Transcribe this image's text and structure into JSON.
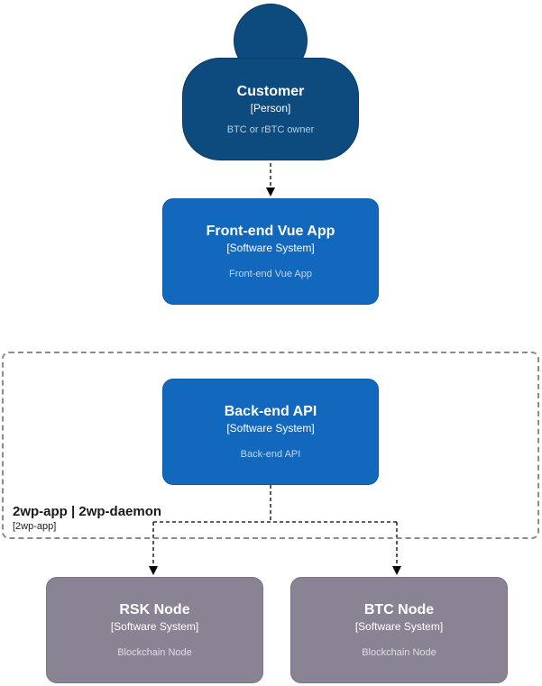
{
  "person": {
    "name": "Customer",
    "meta": "[Person]",
    "description": "BTC or rBTC owner"
  },
  "systems": {
    "frontend": {
      "name": "Front-end Vue App",
      "meta": "[Software System]",
      "description": "Front-end Vue App"
    },
    "backend": {
      "name": "Back-end API",
      "meta": "[Software System]",
      "description": "Back-end API"
    },
    "rsk": {
      "name": "RSK Node",
      "meta": "[Software System]",
      "description": "Blockchain Node"
    },
    "btc": {
      "name": "BTC Node",
      "meta": "[Software System]",
      "description": "Blockchain Node"
    }
  },
  "boundary": {
    "title": "2wp-app | 2wp-daemon",
    "subtitle": "[2wp-app]"
  },
  "colors": {
    "person_fill": "#0d4a7d",
    "person_stroke": "#0a3a66",
    "system_fill": "#1168bd",
    "system_stroke": "#0e5aa6",
    "external_fill": "#8a8394",
    "external_stroke": "#7a7287",
    "boundary_stroke": "#8b8b8b",
    "boundary_text": "#1a1a1a",
    "arrow_color": "#000000"
  }
}
